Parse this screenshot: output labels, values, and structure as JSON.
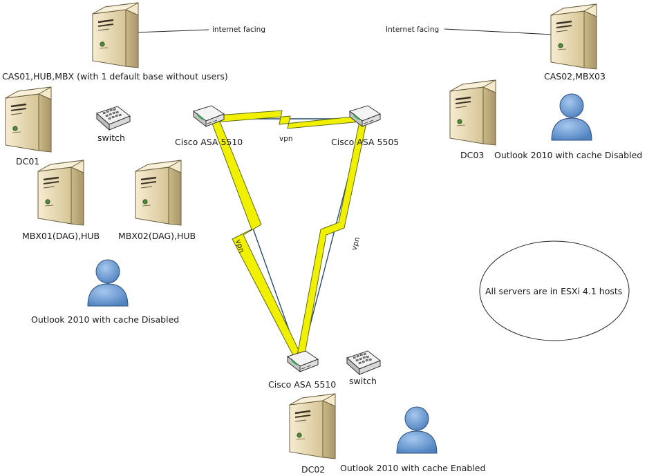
{
  "labels": {
    "cas01": "CAS01,HUB,MBX (with 1 default base without users)",
    "cas02": "CAS02,MBX03",
    "dc01": "DC01",
    "dc02": "DC02",
    "dc03": "DC03",
    "mbx01": "MBX01(DAG),HUB",
    "mbx02": "MBX02(DAG),HUB",
    "switch1": "switch",
    "switch2": "switch",
    "asa_a": "Cisco ASA 5510",
    "asa_b": "Cisco ASA 5505",
    "asa_c": "Cisco ASA 5510",
    "outlook_left": "Outlook 2010 with cache Disabled",
    "outlook_right": "Outlook 2010 with cache Disabled",
    "outlook_bottom": "Outlook 2010 with cache Enabled",
    "note": "All servers are in ESXi 4.1 hosts",
    "inet_left": "internet facing",
    "inet_right": "Internet facing",
    "vpn_top": "vpn",
    "vpn_left": "vpn",
    "vpn_right": "vpn"
  },
  "icons": {
    "server": "server-tower-icon",
    "switch": "network-switch-icon",
    "firewall": "firewall-router-icon",
    "user": "user-person-icon"
  },
  "colors": {
    "server_body": "#eadcb4",
    "server_front": "#d8c89c",
    "lightning": "#f0f000",
    "lightning_dark": "#4a5a10",
    "user": "#6f9fd6",
    "link": "#2a4a6a"
  }
}
